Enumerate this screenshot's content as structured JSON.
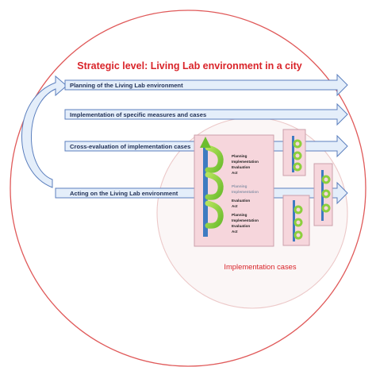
{
  "diagram": {
    "title": "Strategic level: Living Lab environment in a city",
    "arrows": [
      "Planning of the Living Lab environment",
      "Implementation of specific measures and cases",
      "Cross-evaluation of implementation cases",
      "Acting on the Living Lab environment"
    ],
    "cycle_steps": [
      "Planning",
      "Implementation",
      "Evaluation",
      "Act"
    ],
    "implementation_label": "Implementation cases"
  },
  "colors": {
    "outer_circle": "#e05a5a",
    "inner_circle": "#ecc8c8",
    "case_fill": "#f6d6dc",
    "case_border": "#c79aa5",
    "arrow_fill": "#e4eefa",
    "arrow_stroke": "#5b7fbe",
    "title_red": "#d9242a",
    "cycle_green": "#8ccf3c",
    "cycle_blue": "#3f7bc1"
  }
}
